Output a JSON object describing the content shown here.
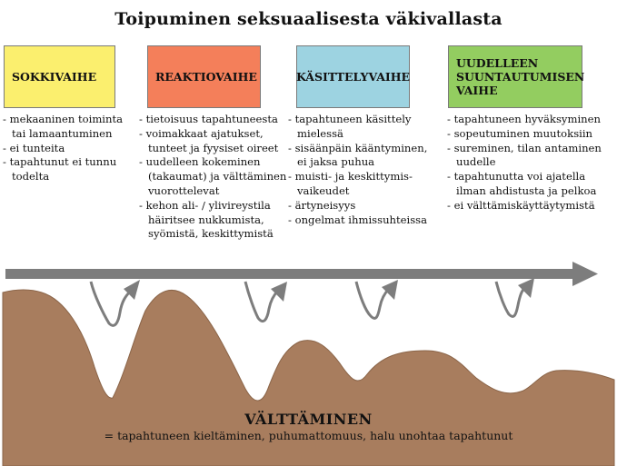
{
  "title": "Toipuminen seksuaalisesta väkivallasta",
  "phases": [
    {
      "label": "SOKKIVAIHE",
      "color": "#fbef6e",
      "items": [
        "mekaaninen toiminta\ntai lamaantuminen",
        "ei tunteita",
        "tapahtunut ei tunnu\ntodelta"
      ]
    },
    {
      "label": "REAKTIOVAIHE",
      "color": "#f47f5a",
      "items": [
        "tietoisuus tapahtuneesta",
        "voimakkaat ajatukset,\ntunteet ja fyysiset oireet",
        "uudelleen kokeminen\n(takaumat) ja välttäminen\nvuorottelevat",
        "kehon ali- / ylivireystila\nhäiritsee nukkumista,\nsyömistä, keskittymistä"
      ]
    },
    {
      "label": "KÄSITTELYVAIHE",
      "color": "#9dd3e1",
      "items": [
        "tapahtuneen käsittely\nmielessä",
        "sisäänpäin kääntyminen,\nei jaksa puhua",
        "muisti- ja keskittymis-\nvaikeudet",
        "ärtyneisyys",
        "ongelmat ihmissuhteissa"
      ]
    },
    {
      "label": "UUDELLEEN\nSUUNTAUTUMISEN\nVAIHE",
      "color": "#93cd60",
      "items": [
        "tapahtuneen hyväksyminen",
        "sopeutuminen muutoksiin",
        "sureminen, tilan antaminen\nuudelle",
        "tapahtunutta voi ajatella\nilman ahdistusta ja pelkoa",
        "ei välttämiskäyttäytymistä"
      ]
    }
  ],
  "avoidance": {
    "title": "VÄLTTÄMINEN",
    "description": "= tapahtuneen kieltäminen, puhumattomuus, halu unohtaa tapahtunut"
  },
  "colors": {
    "mountain": "#a87d5e",
    "arrow": "#7d7d7d"
  }
}
